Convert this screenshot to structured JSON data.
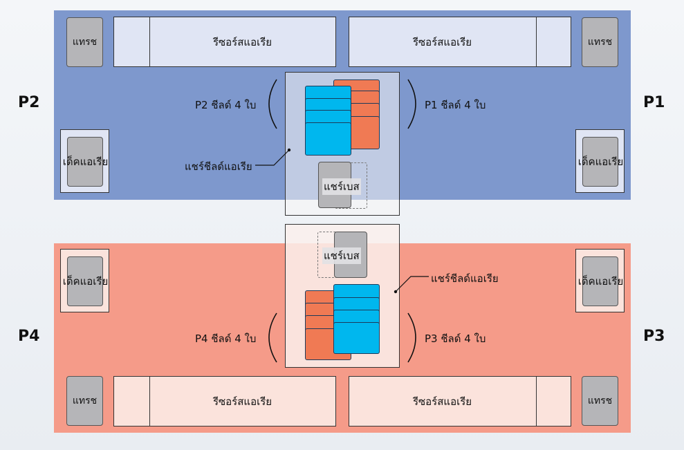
{
  "players": {
    "p1": "P1",
    "p2": "P2",
    "p3": "P3",
    "p4": "P4"
  },
  "top": {
    "trash_left": "แทรช",
    "trash_right": "แทรช",
    "resource_left": "รีซอร์สแอเรีย",
    "resource_right": "รีซอร์สแอเรีย",
    "deck_left": "เด็คแอเรีย",
    "deck_right": "เด็คแอเรีย",
    "p2_shields": "P2  ชีลด์ 4 ใบ",
    "p1_shields": "P1  ชีลด์ 4 ใบ",
    "shield_area": "แชร์ชีลด์แอเรีย",
    "share_base": "แชร์เบส"
  },
  "bottom": {
    "trash_left": "แทรช",
    "trash_right": "แทรช",
    "resource_left": "รีซอร์สแอเรีย",
    "resource_right": "รีซอร์สแอเรีย",
    "deck_left": "เด็คแอเรีย",
    "deck_right": "เด็คแอเรีย",
    "p4_shields": "P4  ชีลด์ 4 ใบ",
    "p3_shields": "P3  ชีลด์ 4 ใบ",
    "shield_area": "แชร์ชีลด์แอเรีย",
    "share_base": "แชร์เบส"
  },
  "colors": {
    "team_blue": "#7e98cd",
    "team_red": "#f59b89",
    "shield_cyan": "#00b7ee",
    "shield_orange": "#f07a54"
  }
}
